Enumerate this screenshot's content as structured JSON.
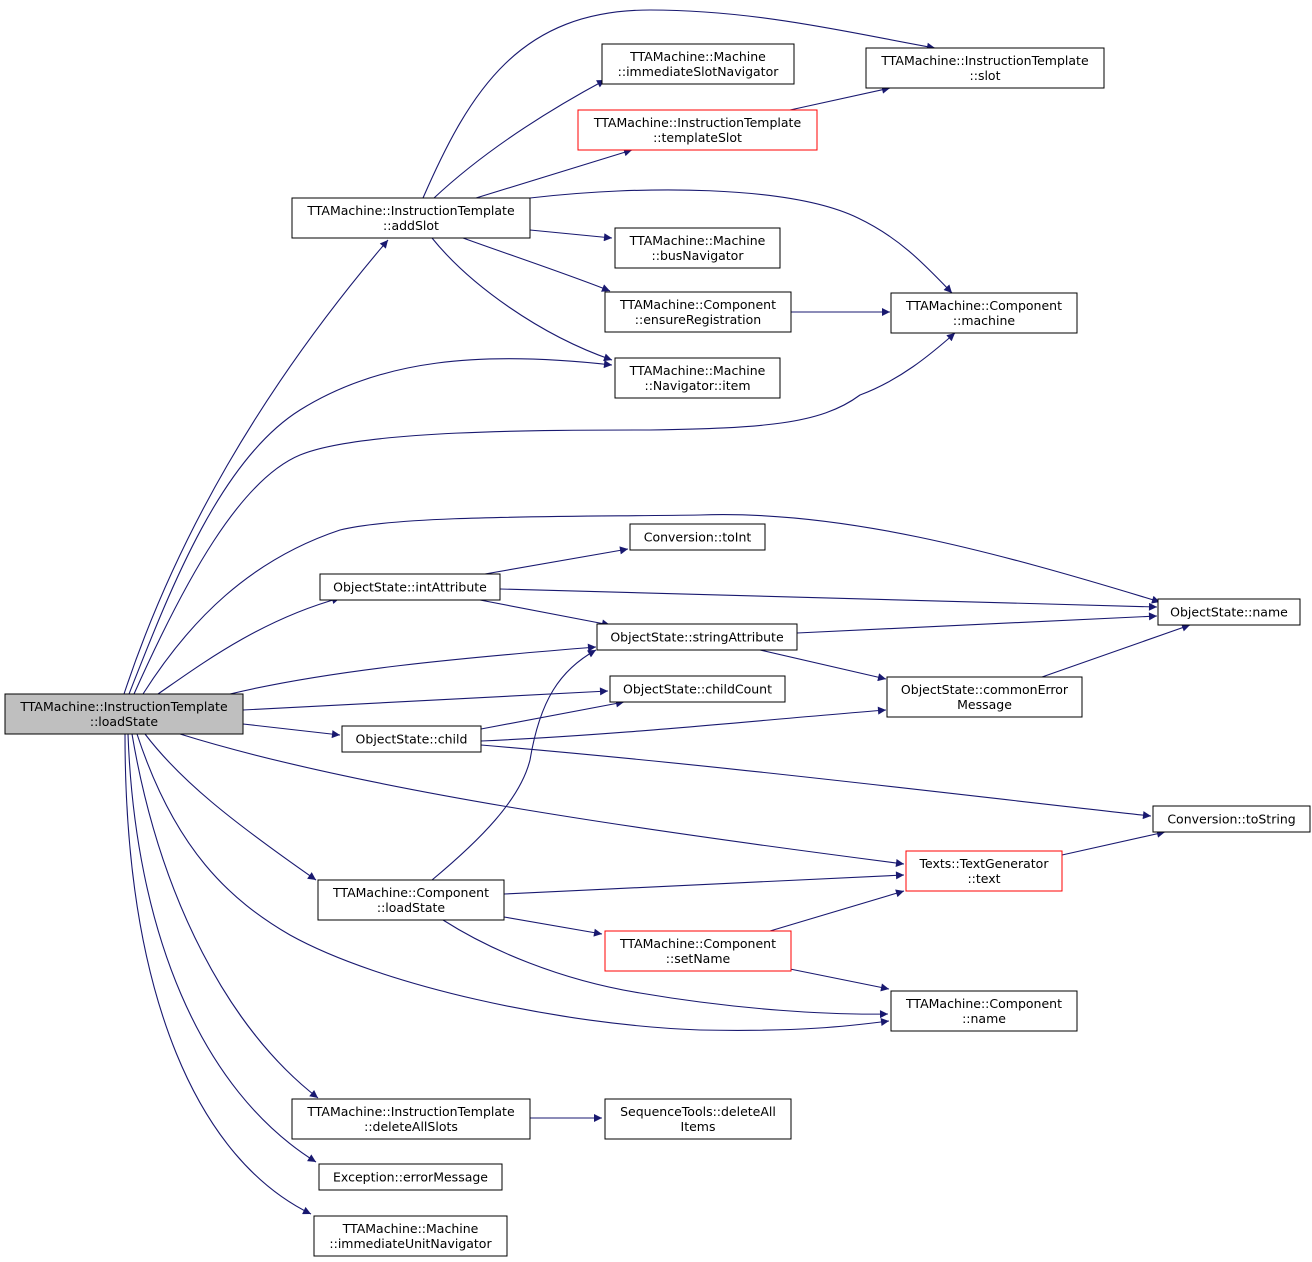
{
  "colors": {
    "edge": "#191970",
    "node_border": "#000000",
    "node_border_incomplete": "#ff0000",
    "root_fill": "#bfbfbf",
    "node_fill": "#ffffff"
  },
  "nodes": {
    "root": {
      "lines": [
        "TTAMachine::InstructionTemplate",
        "::loadState"
      ],
      "style": "root"
    },
    "addSlot": {
      "lines": [
        "TTAMachine::InstructionTemplate",
        "::addSlot"
      ],
      "style": "normal"
    },
    "immediateSlotNavigator": {
      "lines": [
        "TTAMachine::Machine",
        "::immediateSlotNavigator"
      ],
      "style": "normal"
    },
    "templateSlot": {
      "lines": [
        "TTAMachine::InstructionTemplate",
        "::templateSlot"
      ],
      "style": "incomplete"
    },
    "slot": {
      "lines": [
        "TTAMachine::InstructionTemplate",
        "::slot"
      ],
      "style": "normal"
    },
    "busNavigator": {
      "lines": [
        "TTAMachine::Machine",
        "::busNavigator"
      ],
      "style": "normal"
    },
    "ensureRegistration": {
      "lines": [
        "TTAMachine::Component",
        "::ensureRegistration"
      ],
      "style": "normal"
    },
    "compMachine": {
      "lines": [
        "TTAMachine::Component",
        "::machine"
      ],
      "style": "normal"
    },
    "navItem": {
      "lines": [
        "TTAMachine::Machine",
        "::Navigator::item"
      ],
      "style": "normal"
    },
    "toInt": {
      "lines": [
        "Conversion::toInt"
      ],
      "style": "normal"
    },
    "intAttribute": {
      "lines": [
        "ObjectState::intAttribute"
      ],
      "style": "normal"
    },
    "osName": {
      "lines": [
        "ObjectState::name"
      ],
      "style": "normal"
    },
    "stringAttribute": {
      "lines": [
        "ObjectState::stringAttribute"
      ],
      "style": "normal"
    },
    "childCount": {
      "lines": [
        "ObjectState::childCount"
      ],
      "style": "normal"
    },
    "commonError": {
      "lines": [
        "ObjectState::commonError",
        "Message"
      ],
      "style": "normal"
    },
    "child": {
      "lines": [
        "ObjectState::child"
      ],
      "style": "normal"
    },
    "toString": {
      "lines": [
        "Conversion::toString"
      ],
      "style": "normal"
    },
    "text": {
      "lines": [
        "Texts::TextGenerator",
        "::text"
      ],
      "style": "incomplete"
    },
    "compLoadState": {
      "lines": [
        "TTAMachine::Component",
        "::loadState"
      ],
      "style": "normal"
    },
    "setName": {
      "lines": [
        "TTAMachine::Component",
        "::setName"
      ],
      "style": "incomplete"
    },
    "compName": {
      "lines": [
        "TTAMachine::Component",
        "::name"
      ],
      "style": "normal"
    },
    "deleteAllSlots": {
      "lines": [
        "TTAMachine::InstructionTemplate",
        "::deleteAllSlots"
      ],
      "style": "normal"
    },
    "deleteAllItems": {
      "lines": [
        "SequenceTools::deleteAll",
        "Items"
      ],
      "style": "normal"
    },
    "errorMessage": {
      "lines": [
        "Exception::errorMessage"
      ],
      "style": "normal"
    },
    "immediateUnitNavigator": {
      "lines": [
        "TTAMachine::Machine",
        "::immediateUnitNavigator"
      ],
      "style": "normal"
    }
  },
  "edges": [
    [
      "addSlot",
      "slot"
    ],
    [
      "addSlot",
      "immediateSlotNavigator"
    ],
    [
      "addSlot",
      "templateSlot"
    ],
    [
      "templateSlot",
      "slot"
    ],
    [
      "addSlot",
      "compMachine"
    ],
    [
      "addSlot",
      "busNavigator"
    ],
    [
      "addSlot",
      "ensureRegistration"
    ],
    [
      "addSlot",
      "navItem"
    ],
    [
      "ensureRegistration",
      "compMachine"
    ],
    [
      "root",
      "addSlot"
    ],
    [
      "root",
      "navItem"
    ],
    [
      "root",
      "compMachine"
    ],
    [
      "root",
      "osName"
    ],
    [
      "root",
      "intAttribute"
    ],
    [
      "intAttribute",
      "toInt"
    ],
    [
      "intAttribute",
      "osName"
    ],
    [
      "intAttribute",
      "stringAttribute"
    ],
    [
      "root",
      "stringAttribute"
    ],
    [
      "stringAttribute",
      "osName"
    ],
    [
      "stringAttribute",
      "commonError"
    ],
    [
      "commonError",
      "osName"
    ],
    [
      "root",
      "childCount"
    ],
    [
      "root",
      "child"
    ],
    [
      "child",
      "childCount"
    ],
    [
      "child",
      "commonError"
    ],
    [
      "child",
      "toString"
    ],
    [
      "root",
      "text"
    ],
    [
      "text",
      "toString"
    ],
    [
      "root",
      "compLoadState"
    ],
    [
      "compLoadState",
      "stringAttribute"
    ],
    [
      "compLoadState",
      "text"
    ],
    [
      "compLoadState",
      "setName"
    ],
    [
      "compLoadState",
      "compName"
    ],
    [
      "setName",
      "text"
    ],
    [
      "setName",
      "compName"
    ],
    [
      "root",
      "compName"
    ],
    [
      "root",
      "deleteAllSlots"
    ],
    [
      "deleteAllSlots",
      "deleteAllItems"
    ],
    [
      "root",
      "errorMessage"
    ],
    [
      "root",
      "immediateUnitNavigator"
    ]
  ]
}
